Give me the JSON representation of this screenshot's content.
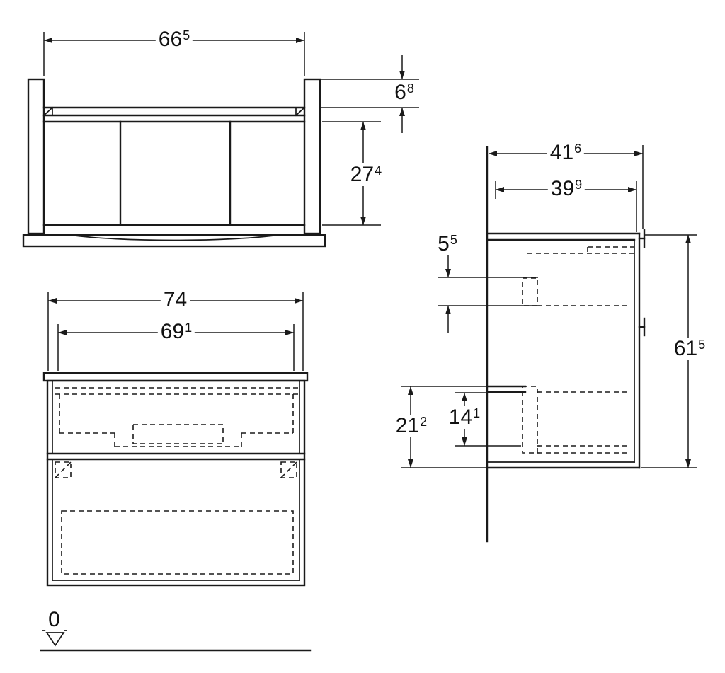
{
  "colors": {
    "line": "#1a1a1a",
    "background": "#ffffff"
  },
  "dims": {
    "top_inner_width": {
      "value": "66",
      "sup": "5"
    },
    "top_rail_height": {
      "value": "6",
      "sup": "8"
    },
    "top_inner_depth": {
      "value": "27",
      "sup": "4"
    },
    "front_total_width": {
      "value": "74",
      "sup": ""
    },
    "front_inner_width": {
      "value": "69",
      "sup": "1"
    },
    "side_total_depth": {
      "value": "41",
      "sup": "6"
    },
    "side_inner_depth": {
      "value": "39",
      "sup": "9"
    },
    "side_top_offset": {
      "value": "5",
      "sup": "5"
    },
    "side_total_height": {
      "value": "61",
      "sup": "5"
    },
    "side_bottom_section": {
      "value": "21",
      "sup": "2"
    },
    "side_drawer_gap": {
      "value": "14",
      "sup": "1"
    },
    "datum": {
      "value": "0",
      "sup": ""
    }
  }
}
